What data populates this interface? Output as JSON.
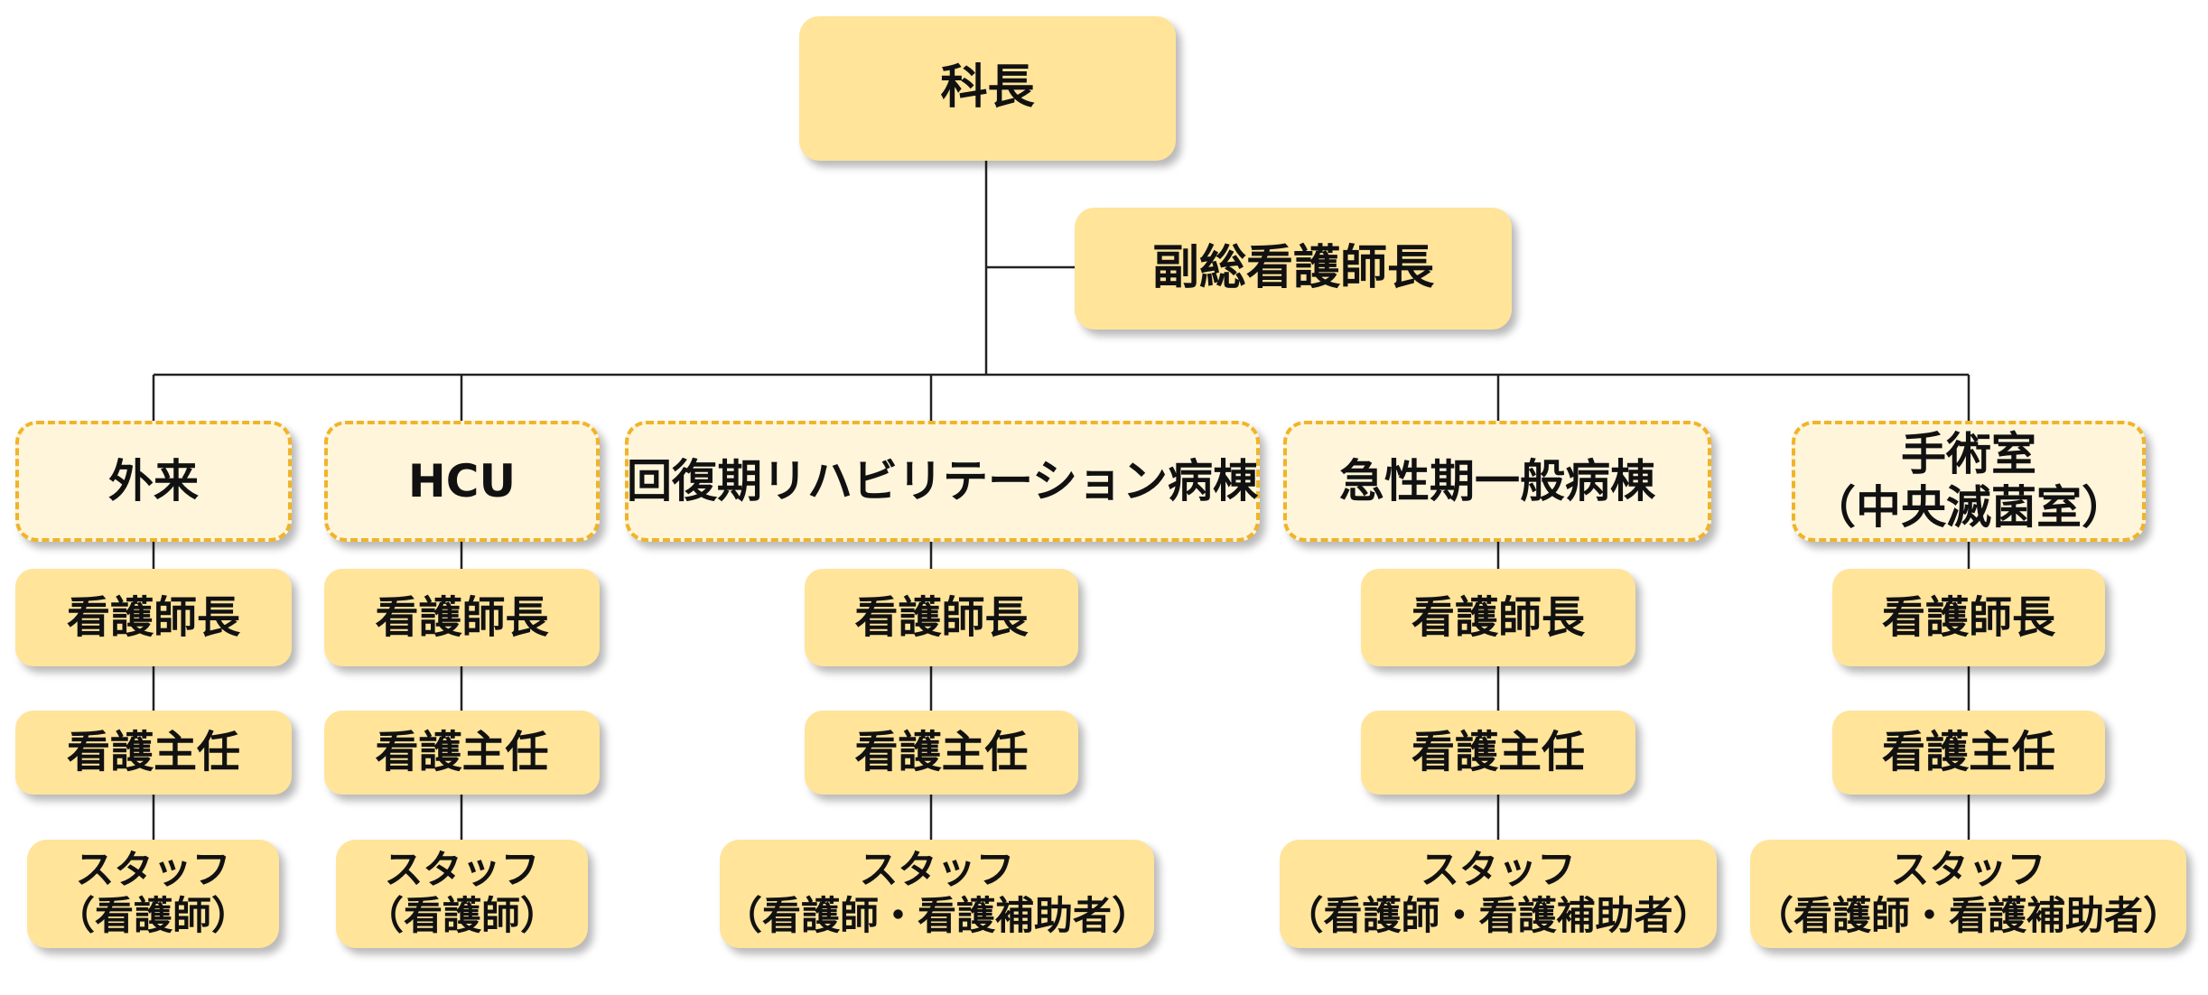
{
  "head": "科長",
  "deputy": "副総看護師長",
  "departments": [
    {
      "name_line1": "外来",
      "name_line2": "",
      "chief": "看護師長",
      "supervisor": "看護主任",
      "staff_line1": "スタッフ",
      "staff_line2": "（看護師）"
    },
    {
      "name_line1": "HCU",
      "name_line2": "",
      "chief": "看護師長",
      "supervisor": "看護主任",
      "staff_line1": "スタッフ",
      "staff_line2": "（看護師）"
    },
    {
      "name_line1": "回復期リハビリテーション病棟",
      "name_line2": "",
      "chief": "看護師長",
      "supervisor": "看護主任",
      "staff_line1": "スタッフ",
      "staff_line2": "（看護師・看護補助者）"
    },
    {
      "name_line1": "急性期一般病棟",
      "name_line2": "",
      "chief": "看護師長",
      "supervisor": "看護主任",
      "staff_line1": "スタッフ",
      "staff_line2": "（看護師・看護補助者）"
    },
    {
      "name_line1": "手術室",
      "name_line2": "（中央滅菌室）",
      "chief": "看護師長",
      "supervisor": "看護主任",
      "staff_line1": "スタッフ",
      "staff_line2": "（看護師・看護補助者）"
    }
  ],
  "colors": {
    "box_fill": "#FFE49A",
    "dept_fill": "#FFF5DB",
    "dept_border": "#F0B428",
    "connector": "#222222"
  }
}
